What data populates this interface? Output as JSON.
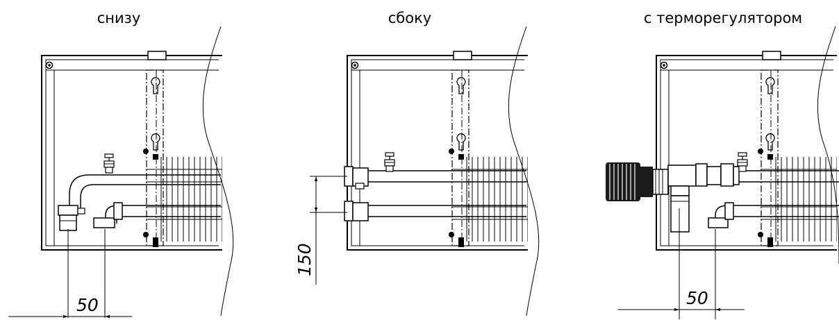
{
  "panels": [
    {
      "title": "снизу",
      "dimension": "50"
    },
    {
      "title": "сбоку",
      "dimension": "150"
    },
    {
      "title": "с терморегулятором",
      "dimension": "50"
    }
  ]
}
